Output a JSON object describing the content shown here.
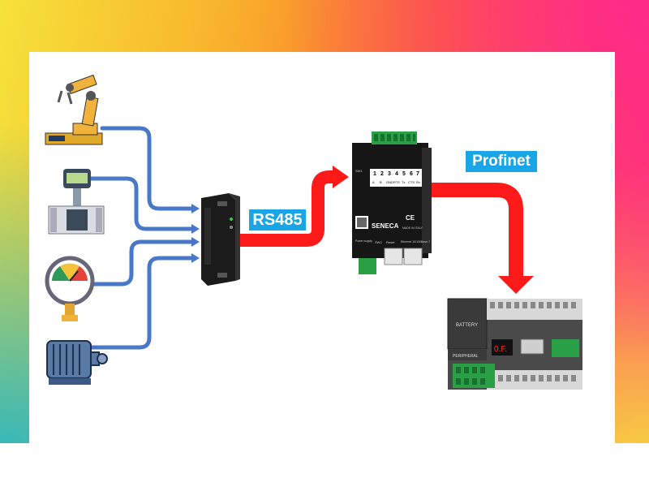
{
  "labels": {
    "rs485": "RS485",
    "profinet": "Profinet"
  },
  "gateway": {
    "brand": "SENECA",
    "terminals": [
      "1",
      "2",
      "3",
      "4",
      "5",
      "6",
      "7"
    ],
    "terminal_labels": [
      "A",
      "B",
      "GND",
      "RTS",
      "Tx",
      "CTS",
      "Rx"
    ],
    "sw1": "SW1",
    "sw2": "SW2",
    "reset": "Reset",
    "power_supply": "Power supply",
    "ethernet": "Ethernet 10/100Base-T",
    "made_in": "MADE IN ITALY",
    "ce": "CE"
  },
  "plc": {
    "battery": "BATTERY",
    "peripheral": "PERIPHERAL",
    "display": "0.F."
  },
  "icons": [
    "robot-arm-icon",
    "flow-meter-icon",
    "pressure-gauge-icon",
    "electric-motor-icon",
    "rs485-converter-module",
    "seneca-gateway",
    "plc-device"
  ],
  "colors": {
    "blue_line": "#4a78c8",
    "red_arrow": "#ff1a1a",
    "label_bg": "#1aa6e6"
  }
}
